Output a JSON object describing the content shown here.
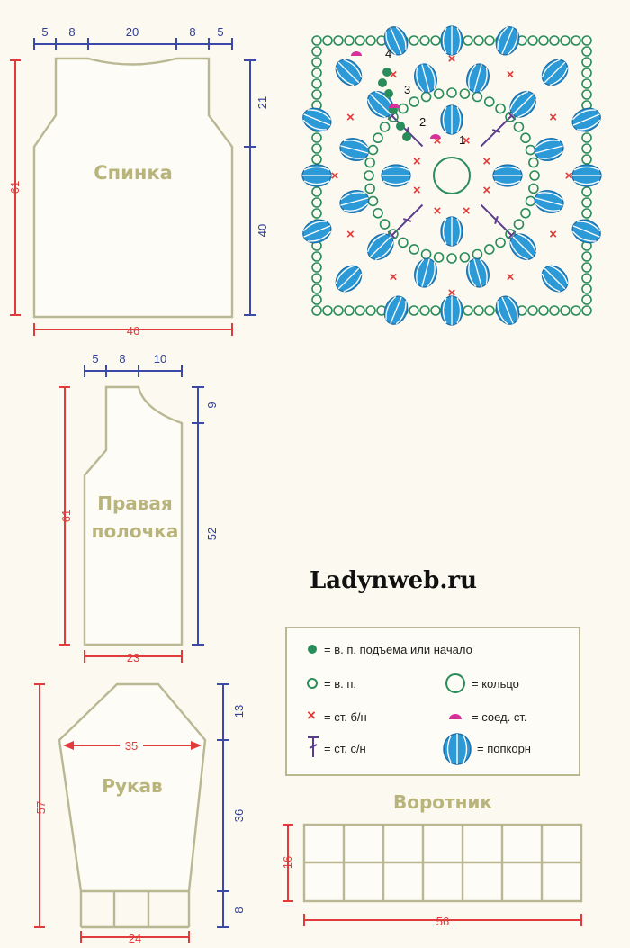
{
  "pieces": {
    "back": {
      "title": "Спинка"
    },
    "front": {
      "title_line1": "Правая",
      "title_line2": "полочка"
    },
    "sleeve": {
      "title": "Рукав"
    },
    "collar": {
      "title": "Воротник"
    }
  },
  "dims": {
    "back_top": [
      "5",
      "8",
      "20",
      "8",
      "5"
    ],
    "back_height": "61",
    "back_upper": "21",
    "back_lower": "40",
    "back_width": "46",
    "front_top": [
      "5",
      "8",
      "10"
    ],
    "front_height": "61",
    "front_upper": "9",
    "front_lower": "52",
    "front_width": "23",
    "sleeve_height": "57",
    "sleeve_top": "13",
    "sleeve_mid": "36",
    "sleeve_cuff": "8",
    "sleeve_width": "35",
    "sleeve_bottom": "24",
    "collar_height": "16",
    "collar_width": "56"
  },
  "chart": {
    "rounds": [
      "1",
      "2",
      "3",
      "4"
    ]
  },
  "watermark": "Ladynweb.ru",
  "legend": {
    "lift_chain": "= в. п. подъема или начало",
    "chain": "= в. п.",
    "ring": "= кольцо",
    "sc": "= ст. б/н",
    "slip": "= соед. ст.",
    "dc": "= ст. с/н",
    "popcorn": "= попкорн"
  },
  "colors": {
    "red": "#e23b3b",
    "blue": "#3b4aa8",
    "piece_outline": "#b9b893",
    "title": "#b9b47c",
    "chart_green": "#2a8c5a",
    "chart_blue": "#2d9ad8",
    "chart_magenta": "#d6309a",
    "chart_purple": "#5b3c8c"
  }
}
